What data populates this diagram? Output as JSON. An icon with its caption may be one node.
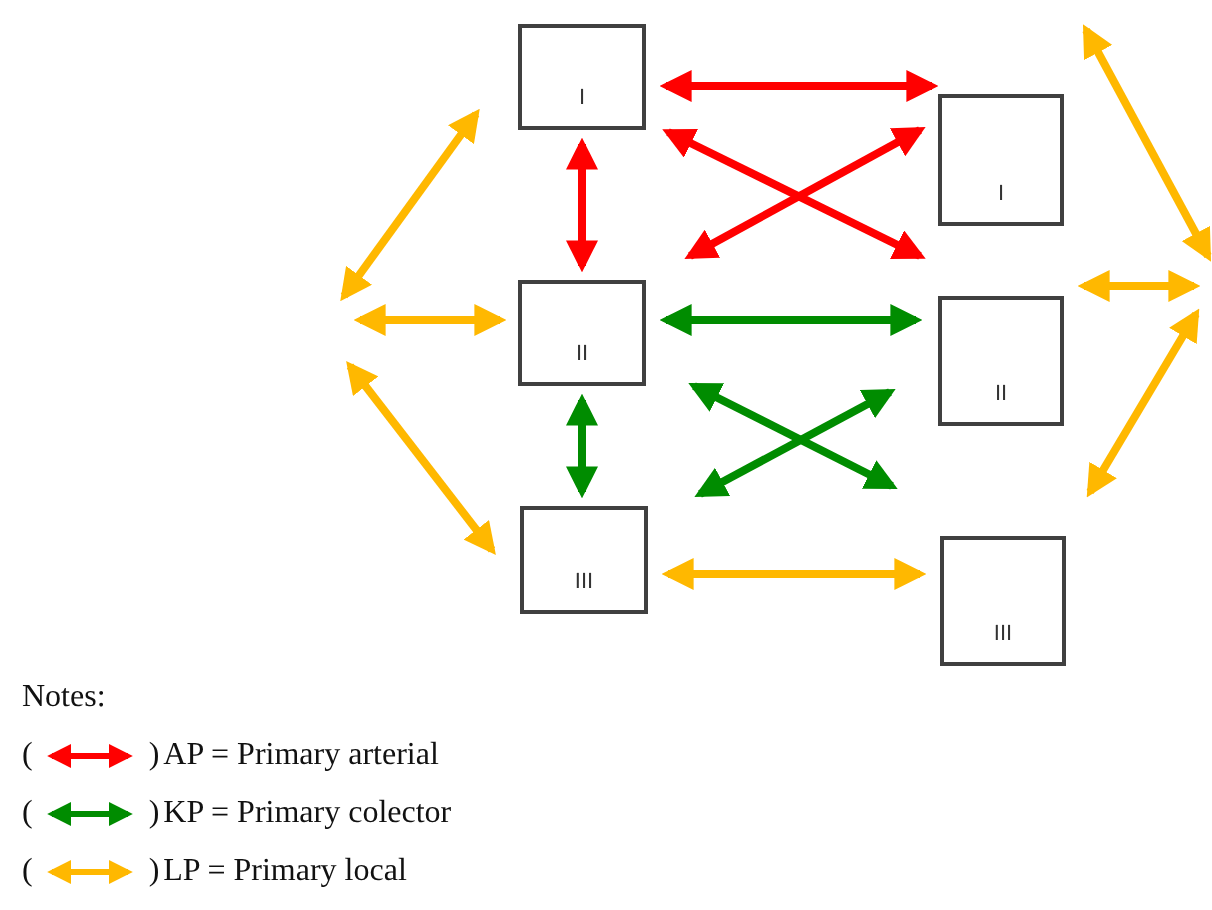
{
  "diagram": {
    "nodes": [
      {
        "text": [
          "I"
        ]
      },
      {
        "text": [
          "II"
        ]
      },
      {
        "text": [
          "III"
        ]
      },
      {
        "text": [
          "I"
        ]
      },
      {
        "text": [
          "II"
        ]
      },
      {
        "text": [
          "III"
        ]
      }
    ],
    "edges": [
      {
        "from": 0,
        "to": 3,
        "arrow": "both",
        "color": "#ff0000"
      },
      {
        "from": 0,
        "to": 4,
        "arrow": "both",
        "color": "#ff0000"
      },
      {
        "from": 1,
        "to": 3,
        "arrow": "both",
        "color": "#ff0000"
      },
      {
        "from": 0,
        "to": 1,
        "arrow": "both",
        "color": "#ff0000"
      },
      {
        "from": 1,
        "to": 4,
        "arrow": "both",
        "color": "#008c00"
      },
      {
        "from": 1,
        "to": 5,
        "arrow": "both",
        "color": "#008c00"
      },
      {
        "from": 2,
        "to": 4,
        "arrow": "both",
        "color": "#008c00"
      },
      {
        "from": 1,
        "to": 2,
        "arrow": "both",
        "color": "#008c00"
      },
      {
        "from": 2,
        "to": 5,
        "arrow": "both"
      },
      {
        "from": null,
        "to": 0,
        "arrow": "both"
      },
      {
        "from": null,
        "to": 1,
        "arrow": "both"
      },
      {
        "from": null,
        "to": 2,
        "arrow": "both"
      },
      {
        "from": 3,
        "to": null,
        "arrow": "both"
      },
      {
        "from": 4,
        "to": null,
        "arrow": "both"
      },
      {
        "from": 5,
        "to": null,
        "arrow": "both"
      }
    ],
    "labels": [
      "Notes:",
      "(",
      ")",
      "(",
      ")",
      "(",
      ")"
    ],
    "legend": [
      {
        "text": "AP = Primary arterial",
        "color": "#ff0000"
      },
      {
        "text": "KP = Primary colector",
        "color": "#008c00"
      },
      {
        "text": "LP = Primary local",
        "color": "#ffb800"
      }
    ]
  }
}
